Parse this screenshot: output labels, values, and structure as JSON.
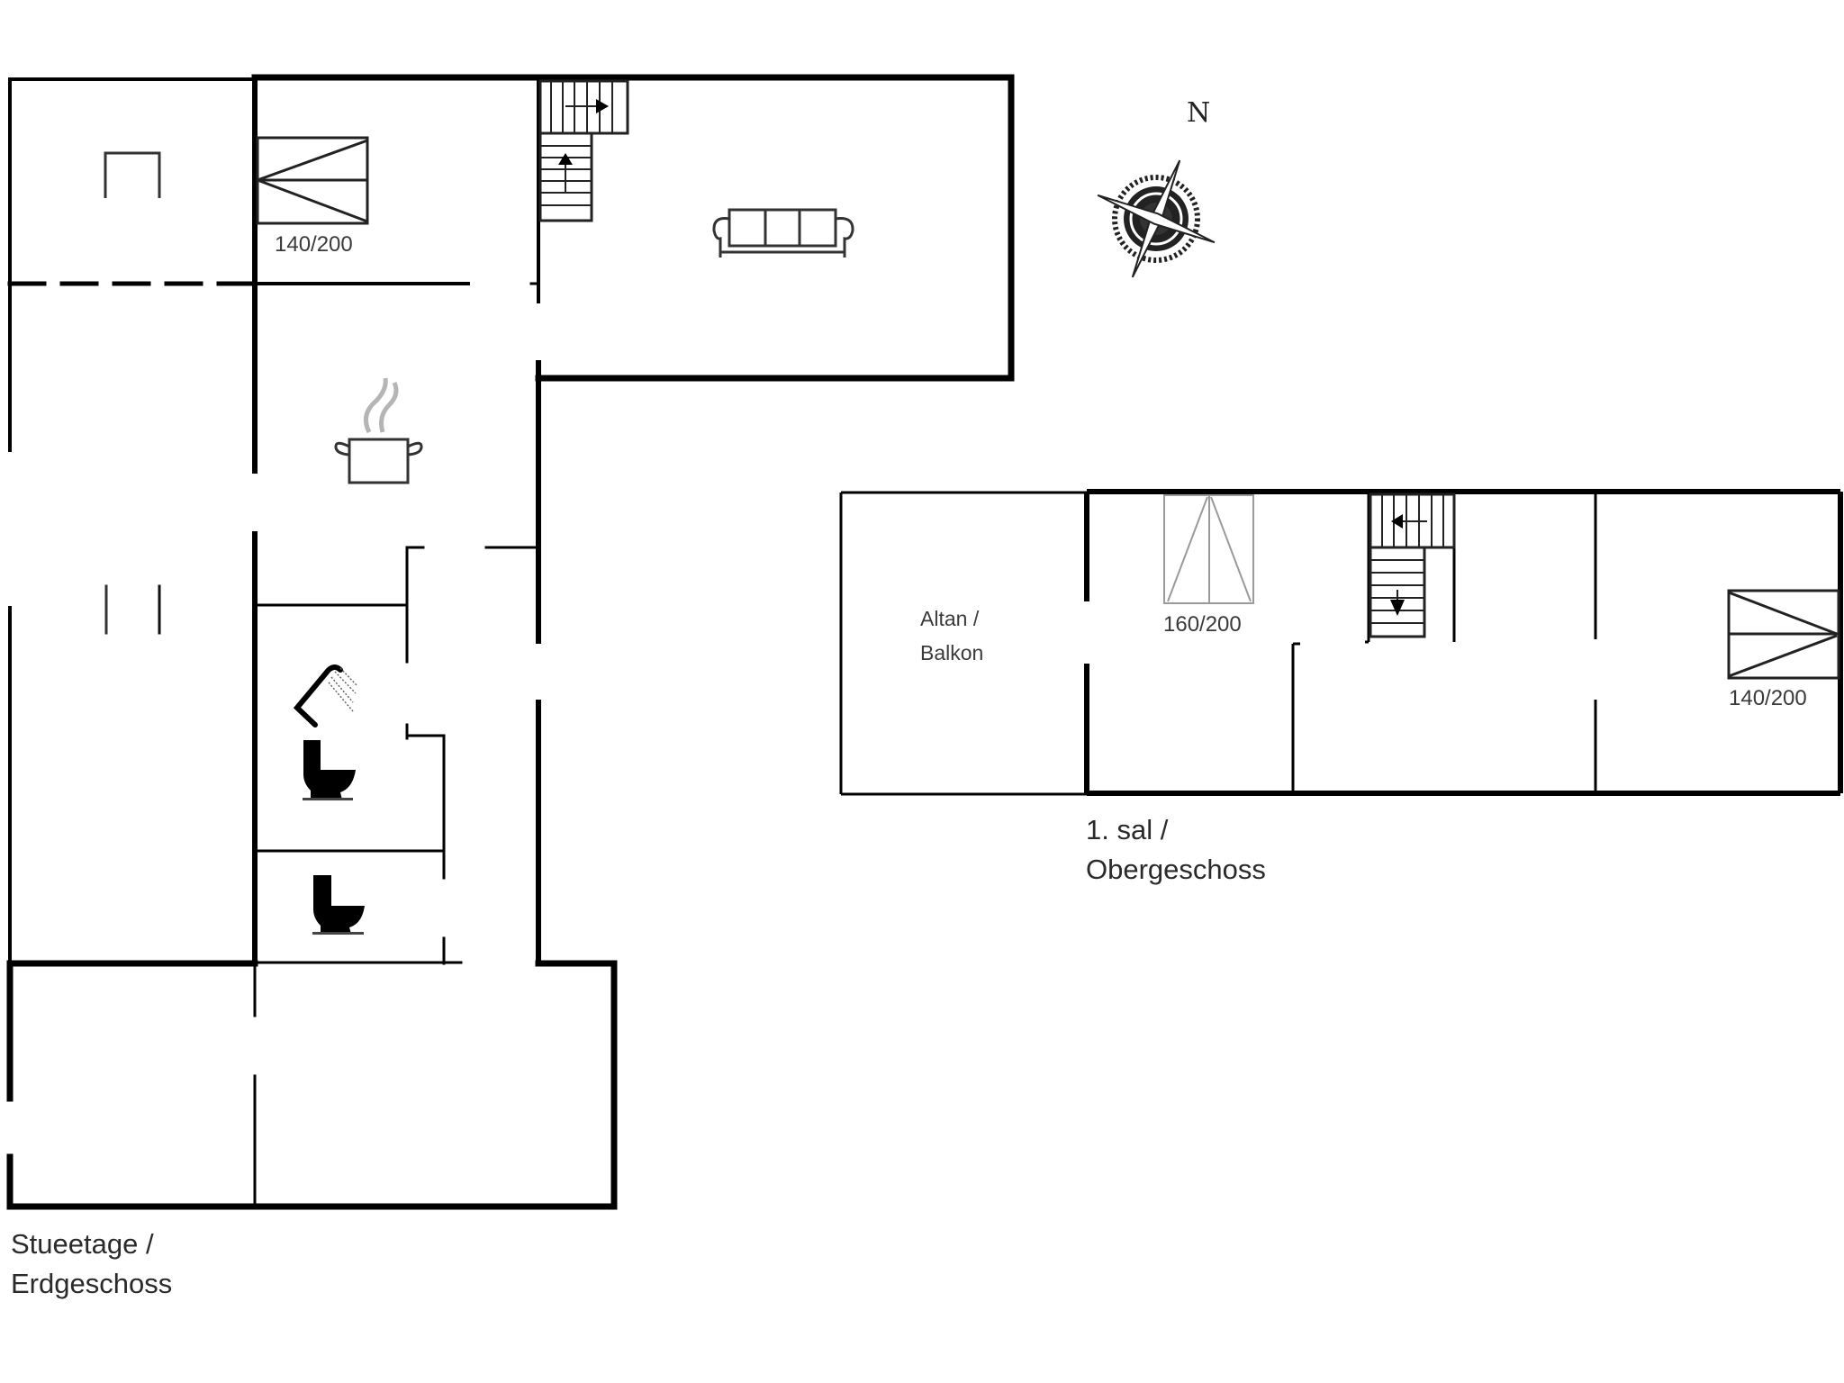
{
  "floors": {
    "ground": {
      "title_line1": "Stueetage /",
      "title_line2": "Erdgeschoss",
      "beds": [
        {
          "label": "140/200"
        }
      ],
      "icons": [
        "sofa-icon",
        "cooking-pot-icon",
        "shower-icon",
        "toilet-icon",
        "toilet-icon",
        "staircase-up-icon"
      ]
    },
    "upper": {
      "title_line1": "1. sal /",
      "title_line2": "Obergeschoss",
      "balcony_line1": "Altan /",
      "balcony_line2": "Balkon",
      "beds": [
        {
          "label": "160/200"
        },
        {
          "label": "140/200"
        }
      ],
      "icons": [
        "staircase-down-icon"
      ]
    }
  },
  "compass": {
    "north_label": "N"
  },
  "colors": {
    "wall": "#000000",
    "fixture": "#333333",
    "fixture_light": "#9a9a9a",
    "steam": "#b5b5b5",
    "background": "#ffffff"
  }
}
